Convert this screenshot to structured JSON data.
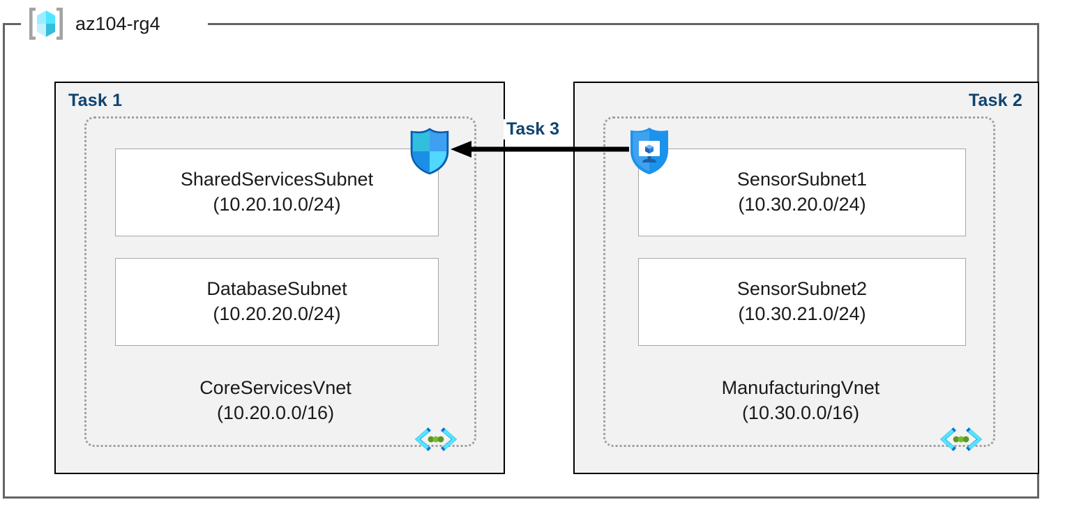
{
  "resource_group": {
    "name": "az104-rg4",
    "icon": "azure-resource-group-cube-icon"
  },
  "tasks": [
    {
      "id": "task1",
      "label": "Task 1",
      "align": "left"
    },
    {
      "id": "task2",
      "label": "Task 2",
      "align": "right"
    },
    {
      "id": "task3",
      "label": "Task 3",
      "align": "center"
    }
  ],
  "vnets": [
    {
      "id": "vnet1",
      "name": "CoreServicesVnet",
      "cidr": "(10.20.0.0/16)",
      "icon": "azure-virtual-network-icon",
      "task": "Task 1",
      "subnets": [
        {
          "name": "SharedServicesSubnet",
          "cidr": "(10.20.10.0/24)"
        },
        {
          "name": "DatabaseSubnet",
          "cidr": "(10.20.20.0/24)"
        }
      ]
    },
    {
      "id": "vnet2",
      "name": "ManufacturingVnet",
      "cidr": "(10.30.0.0/16)",
      "icon": "azure-virtual-network-icon",
      "task": "Task 2",
      "subnets": [
        {
          "name": "SensorSubnet1",
          "cidr": "(10.30.20.0/24)"
        },
        {
          "name": "SensorSubnet2",
          "cidr": "(10.30.21.0/24)"
        }
      ]
    }
  ],
  "security_icons": [
    {
      "id": "firewall",
      "icon": "shield-icon",
      "attached_to": "CoreServicesVnet"
    },
    {
      "id": "nsg",
      "icon": "shield-monitor-icon",
      "attached_to": "ManufacturingVnet"
    }
  ],
  "connection": {
    "label": "Task 3",
    "direction": "right-to-left",
    "from": "ManufacturingVnet",
    "to": "CoreServicesVnet"
  },
  "colors": {
    "task_label": "#0f4470",
    "frame": "#646464",
    "task_box_fill": "#f2f2f2",
    "task_box_border": "#000000",
    "vnet_border": "#a0a0a0",
    "subnet_border": "#a6a6a6",
    "arrow": "#000000",
    "azure_blue": "#1b93eb",
    "azure_cyan": "#50e6ff"
  }
}
